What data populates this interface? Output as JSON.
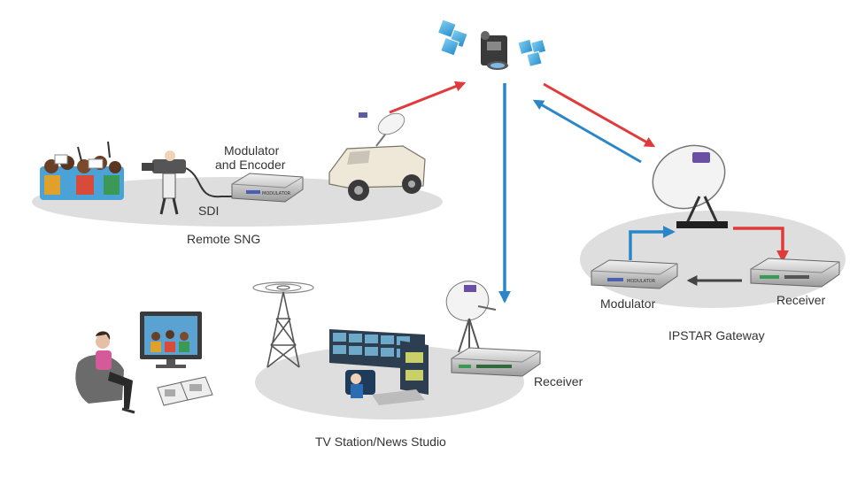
{
  "labels": {
    "remote_sng": "Remote SNG",
    "modulator_encoder_line1": "Modulator",
    "modulator_encoder_line2": "and Encoder",
    "sdi": "SDI",
    "tv_station": "TV Station/News Studio",
    "receiver_studio": "Receiver",
    "modulator_gateway": "Modulator",
    "receiver_gateway": "Receiver",
    "ipstar_gateway": "IPSTAR Gateway",
    "rack_modulator_text": "MODULATOR"
  },
  "colors": {
    "uplink_arrow": "#e03a3a",
    "downlink_arrow": "#2a86c9",
    "platform": "#dcdcdc",
    "panel": "#3fa4d8"
  },
  "icons": [
    "satellite-icon",
    "sng-van-icon",
    "camera-icon",
    "crowd-icon",
    "modulator-rack-icon",
    "receiver-rack-icon",
    "dish-icon",
    "tower-icon",
    "tv-icon",
    "viewer-icon",
    "video-wall-icon"
  ]
}
